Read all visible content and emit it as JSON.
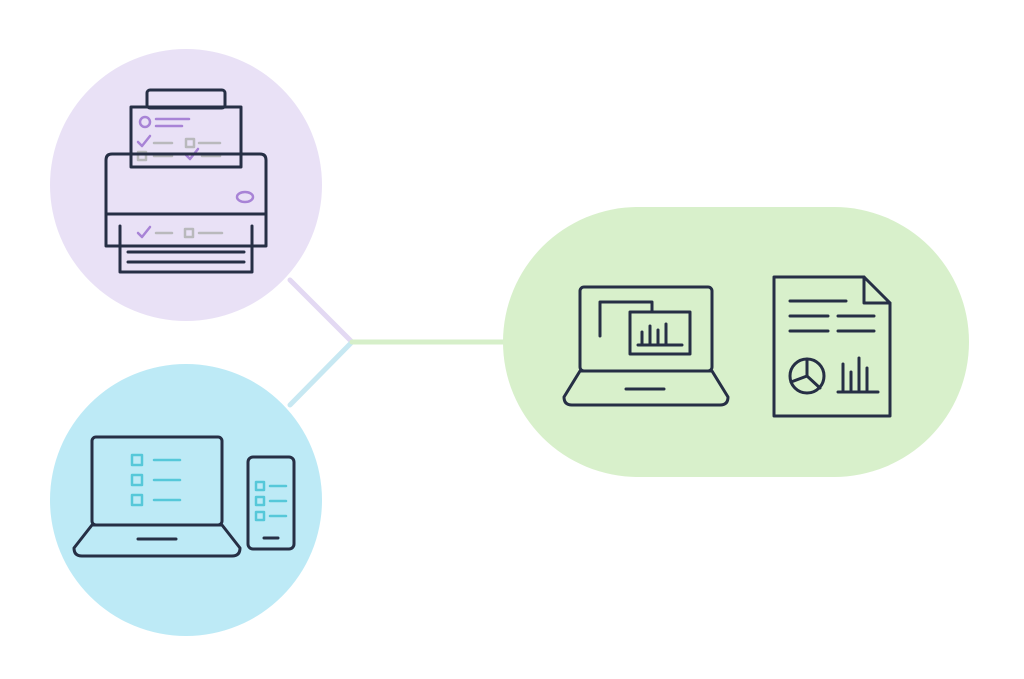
{
  "colors": {
    "background": "#ffffff",
    "outline": "#262f45",
    "scanner_bubble": "#e9e1f6",
    "devices_bubble": "#bdeaf6",
    "dashboard_bubble": "#d8f0cb",
    "purple_accent": "#a883d6",
    "gray_accent": "#b9b9bc",
    "teal_accent": "#56c8d9",
    "connector_purple": "#e3d9f3",
    "connector_blue": "#c7e8f2",
    "connector_green": "#d6efc9"
  },
  "nodes": [
    {
      "id": "scanner",
      "icon": "document-scanner-icon"
    },
    {
      "id": "devices",
      "icon": "laptop-and-phone-checklist-icon"
    },
    {
      "id": "dashboard",
      "icons": [
        "laptop-analytics-icon",
        "report-document-icon"
      ]
    }
  ]
}
